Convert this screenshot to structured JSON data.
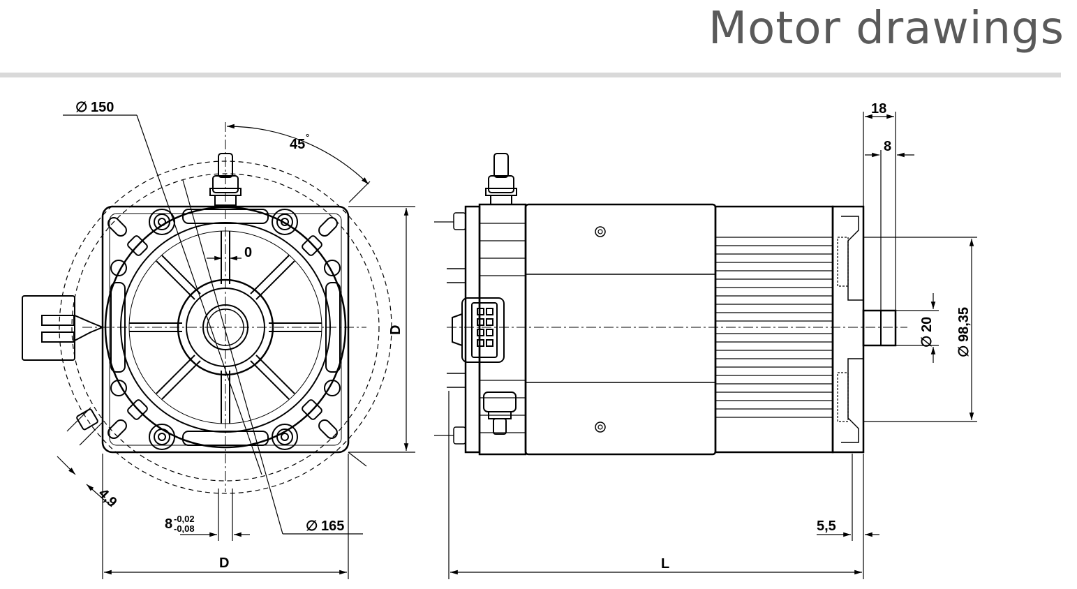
{
  "title": "Motor drawings",
  "front_view": {
    "dim_bolt_circle_inner": "150",
    "dim_bolt_circle_outer": "165",
    "dim_angle": "45",
    "dim_angle_unit": "°",
    "dim_key_offset": "0",
    "dim_flange_height": "D",
    "dim_flange_width": "D",
    "dim_hole": "4,9",
    "dim_key_width": "8",
    "dim_key_tol_upper": "-0,02",
    "dim_key_tol_lower": "-0,08"
  },
  "side_view": {
    "dim_shaft_total": "18",
    "dim_shaft_key": "8",
    "dim_shaft_dia": "20",
    "dim_pilot_dia": "98,35",
    "dim_pilot_depth": "5,5",
    "dim_length": "L"
  },
  "diameter_symbol": "∅"
}
